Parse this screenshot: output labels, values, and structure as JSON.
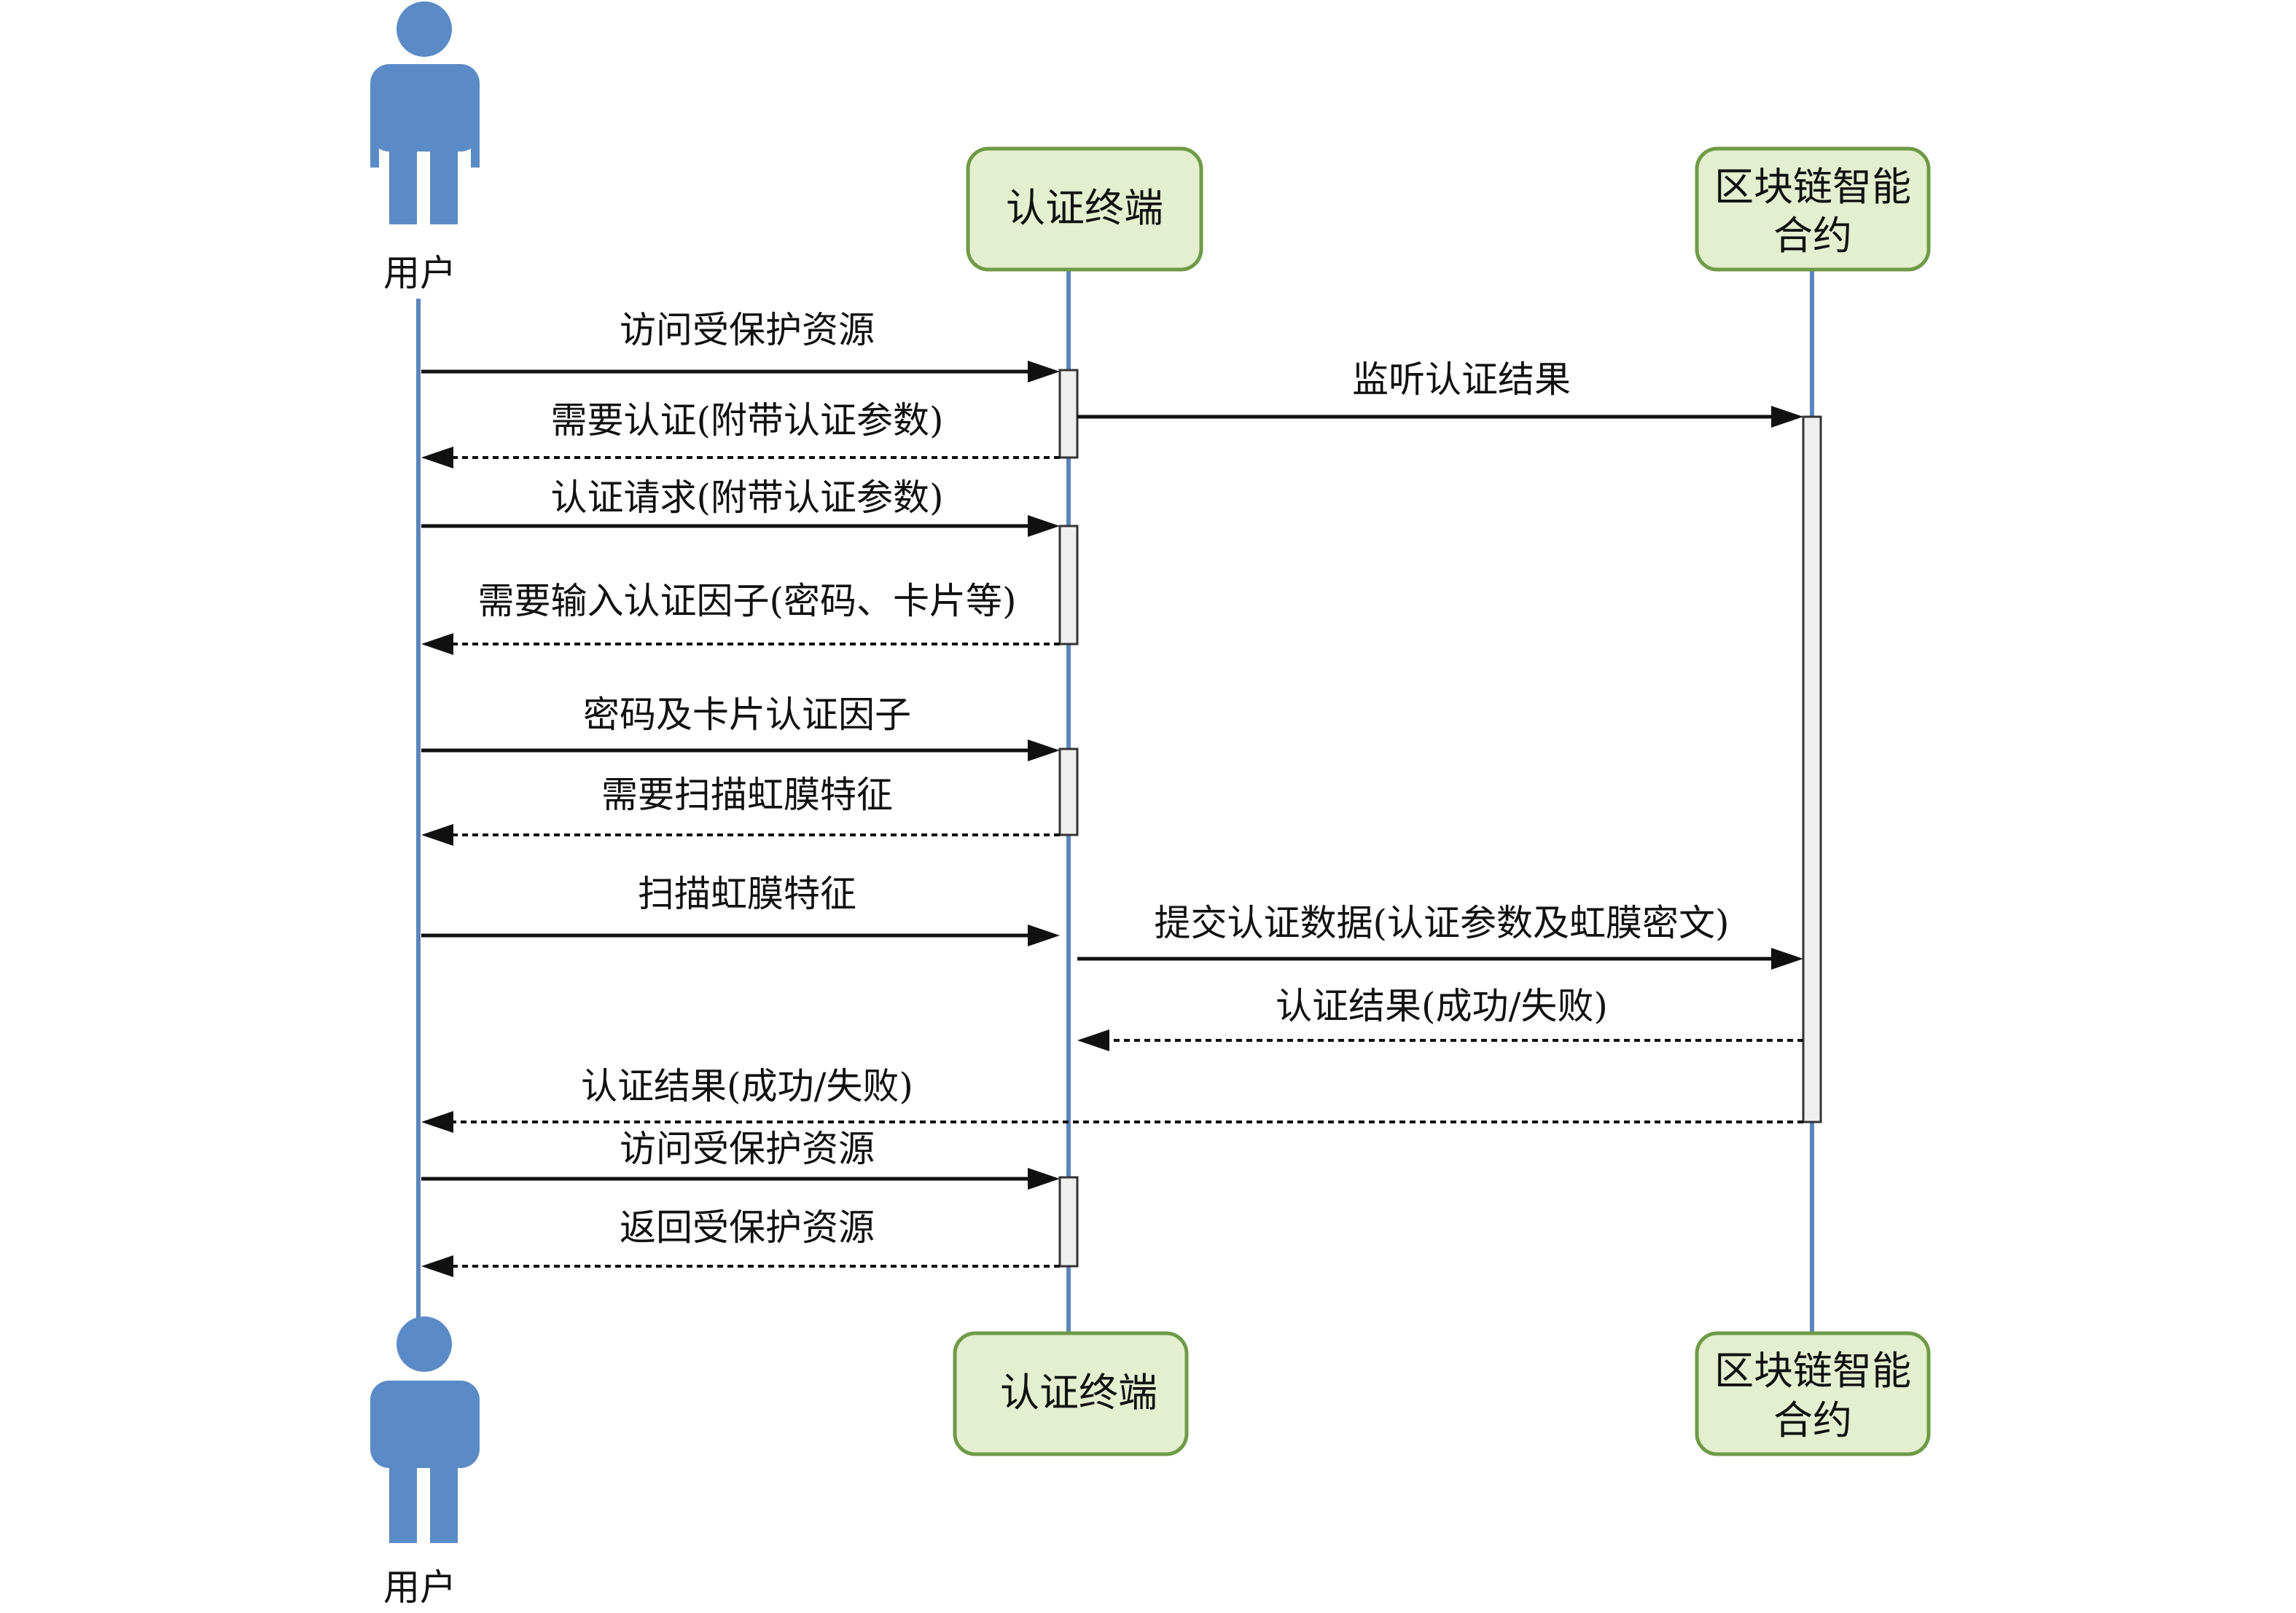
{
  "participants": {
    "user": {
      "name": "用户"
    },
    "terminal": {
      "name": "认证终端"
    },
    "contract": {
      "line1": "区块链智能",
      "line2": "合约"
    }
  },
  "messages": [
    {
      "text": "访问受保护资源",
      "from": "user",
      "to": "terminal",
      "style": "solid"
    },
    {
      "text": "监听认证结果",
      "from": "terminal",
      "to": "contract",
      "style": "solid"
    },
    {
      "text": "需要认证(附带认证参数)",
      "from": "terminal",
      "to": "user",
      "style": "dashed"
    },
    {
      "text": "认证请求(附带认证参数)",
      "from": "user",
      "to": "terminal",
      "style": "solid"
    },
    {
      "text": "需要输入认证因子(密码、卡片等)",
      "from": "terminal",
      "to": "user",
      "style": "dashed"
    },
    {
      "text": "密码及卡片认证因子",
      "from": "user",
      "to": "terminal",
      "style": "solid"
    },
    {
      "text": "需要扫描虹膜特征",
      "from": "terminal",
      "to": "user",
      "style": "dashed"
    },
    {
      "text": "扫描虹膜特征",
      "from": "user",
      "to": "terminal",
      "style": "solid"
    },
    {
      "text": "提交认证数据(认证参数及虹膜密文)",
      "from": "terminal",
      "to": "contract",
      "style": "solid"
    },
    {
      "text": "认证结果(成功/失败)",
      "from": "contract",
      "to": "terminal",
      "style": "dashed"
    },
    {
      "text": "认证结果(成功/失败)",
      "from": "contract",
      "to": "user",
      "style": "dashed"
    },
    {
      "text": "访问受保护资源",
      "from": "user",
      "to": "terminal",
      "style": "solid"
    },
    {
      "text": "返回受保护资源",
      "from": "terminal",
      "to": "user",
      "style": "dashed"
    }
  ],
  "colors": {
    "lifeline": "#5b86bd",
    "actor": "#5b8bc6",
    "box_fill": "#e3efcf",
    "box_border": "#6f9a47"
  }
}
